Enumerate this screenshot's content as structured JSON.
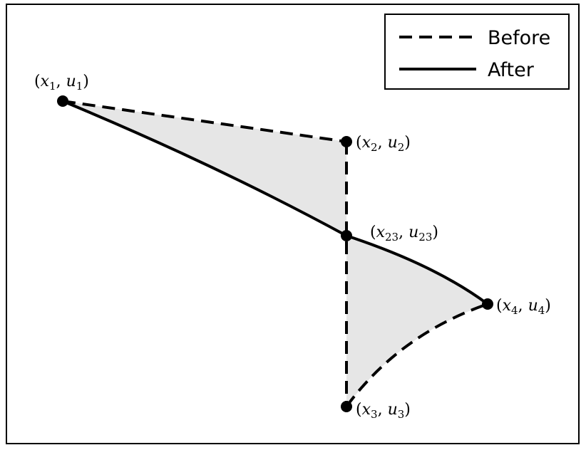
{
  "legend": {
    "before": "Before",
    "after": "After"
  },
  "points": {
    "p1": {
      "var": "x",
      "sub": "1",
      "var2": "u",
      "sub2": "1"
    },
    "p2": {
      "var": "x",
      "sub": "2",
      "var2": "u",
      "sub2": "2"
    },
    "p23": {
      "var": "x",
      "sub": "23",
      "var2": "u",
      "sub2": "23"
    },
    "p4": {
      "var": "x",
      "sub": "4",
      "var2": "u",
      "sub2": "4"
    },
    "p3": {
      "var": "x",
      "sub": "3",
      "var2": "u",
      "sub2": "3"
    }
  },
  "colors": {
    "fill": "#e6e6e6",
    "stroke": "#000000"
  }
}
